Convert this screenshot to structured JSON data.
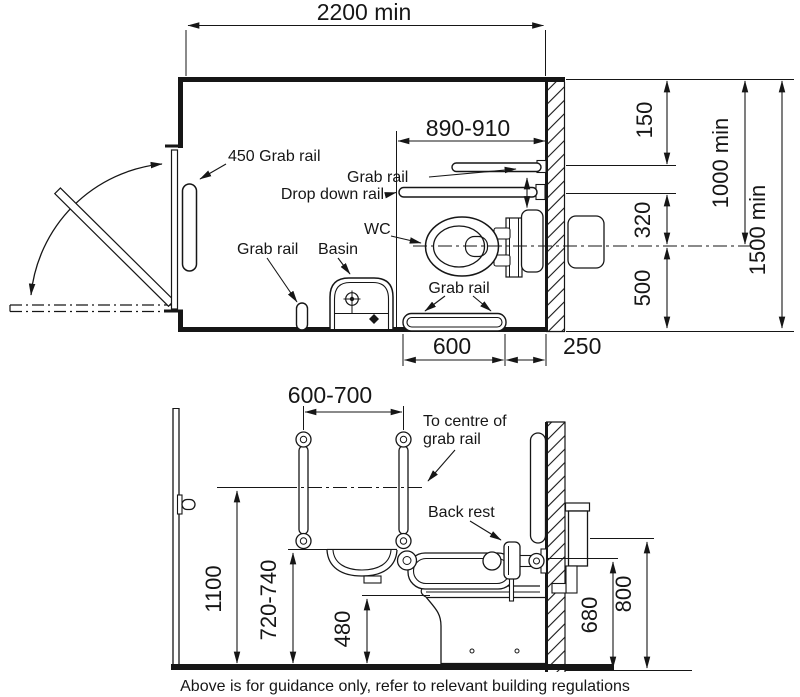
{
  "colors": {
    "line": "#161616",
    "bg": "#ffffff"
  },
  "plan": {
    "dims": {
      "room_width": "2200 min",
      "wall_to_rail": "890-910",
      "rail_offset": "150",
      "rail_to_centre": "320",
      "centre_to_wall": "500",
      "to_centreline": "1000 min",
      "room_depth": "1500 min",
      "rail_length": "600",
      "rail_gap": "250"
    },
    "labels": {
      "door_rail": "450 Grab rail",
      "wall_rail": "Grab rail",
      "drop_rail": "Drop down rail",
      "wc": "WC",
      "basin": "Basin",
      "corner_rail": "Grab rail",
      "bottom_rail": "Grab rail"
    }
  },
  "elevation": {
    "dims": {
      "rail_spacing": "600-700",
      "rail_centre_height": "1100",
      "basin_height": "720-740",
      "seat_height": "480",
      "drop_rail_height": "680",
      "cistern_height": "800"
    },
    "labels": {
      "to_centre_line1": "To centre of",
      "to_centre_line2": "grab rail",
      "back_rest": "Back rest"
    }
  },
  "footer": {
    "note": "Above is for guidance only, refer to relevant building regulations"
  }
}
